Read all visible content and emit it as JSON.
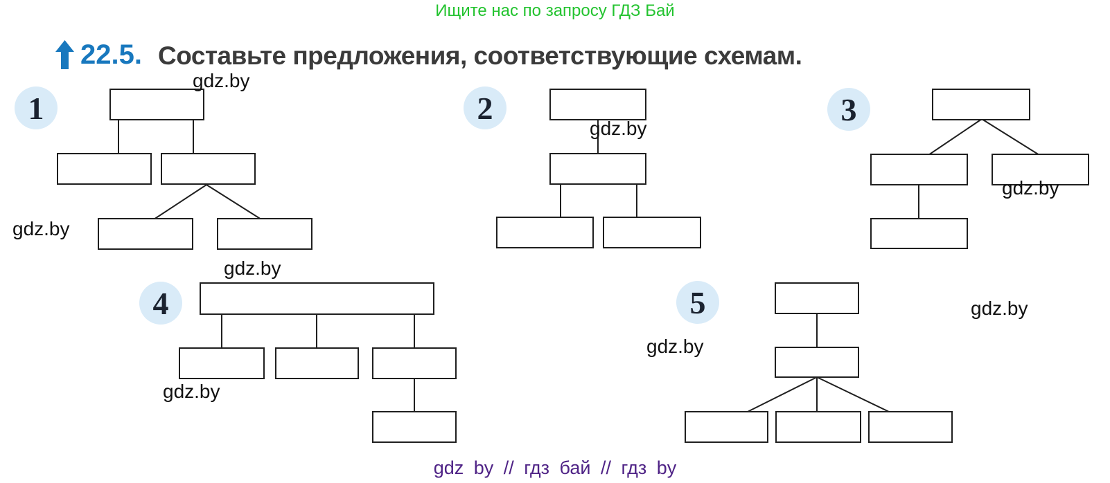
{
  "header": {
    "promo": "Ищите нас по запросу ГДЗ Бай"
  },
  "exercise": {
    "number": "22.5.",
    "instruction": "Составьте предложения, соответствующие схемам."
  },
  "watermark": "gdz.by",
  "footer": {
    "text": "gdz by // гдз бай // гдз by"
  },
  "colors": {
    "promo_green": "#23c32f",
    "accent_blue": "#1878be",
    "instruction_ink": "#3b3b3b",
    "box_line": "#1f1f1f",
    "badge_fill": "#d9ebf8",
    "badge_digit": "#1b2330",
    "footer_purple": "#4f2386"
  },
  "diagrams": [
    {
      "label": "1",
      "structure": "root box linked down to two boxes; the right box branches to two boxes below"
    },
    {
      "label": "2",
      "structure": "root box linked down to one box; that box branches to two boxes below"
    },
    {
      "label": "3",
      "structure": "root box branches to two boxes; the left box links down to one box"
    },
    {
      "label": "4",
      "structure": "wide root box linked down to three boxes; the rightmost box links down to one box"
    },
    {
      "label": "5",
      "structure": "root box linked down to one box; that box fans out to three boxes below"
    }
  ]
}
